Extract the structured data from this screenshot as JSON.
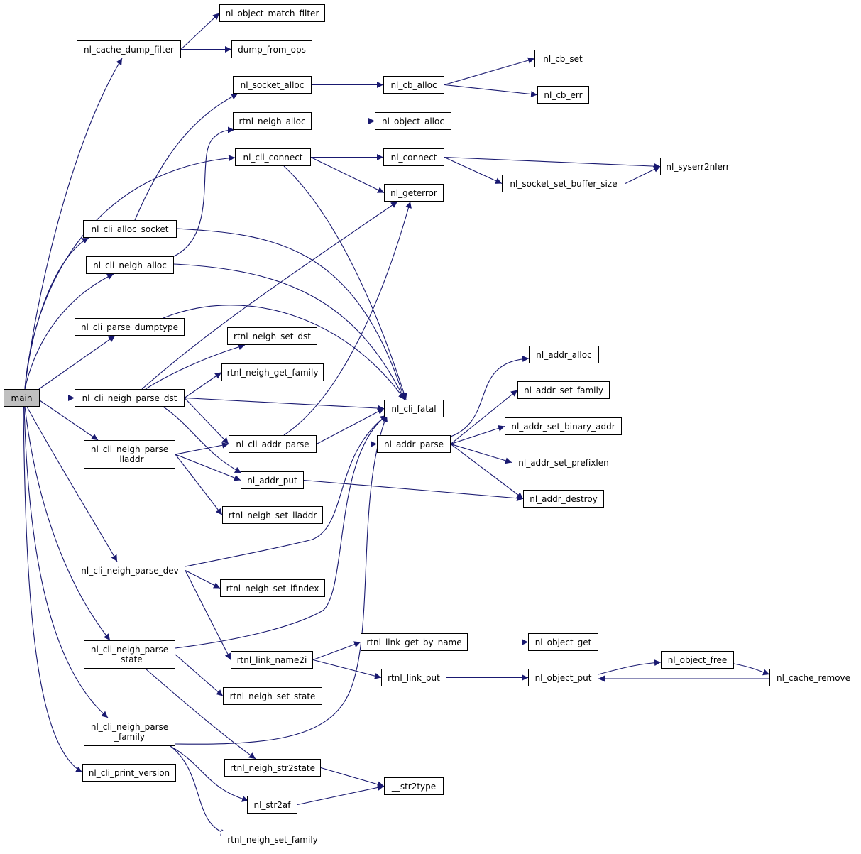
{
  "nodes": [
    {
      "id": "main",
      "label": "main",
      "root": true
    },
    {
      "id": "nl_cache_dump_filter",
      "label": "nl_cache_dump_filter"
    },
    {
      "id": "nl_object_match_filter",
      "label": "nl_object_match_filter"
    },
    {
      "id": "dump_from_ops",
      "label": "dump_from_ops"
    },
    {
      "id": "nl_socket_alloc",
      "label": "nl_socket_alloc"
    },
    {
      "id": "nl_cb_alloc",
      "label": "nl_cb_alloc"
    },
    {
      "id": "nl_cb_set",
      "label": "nl_cb_set"
    },
    {
      "id": "nl_cb_err",
      "label": "nl_cb_err"
    },
    {
      "id": "rtnl_neigh_alloc",
      "label": "rtnl_neigh_alloc"
    },
    {
      "id": "nl_object_alloc",
      "label": "nl_object_alloc"
    },
    {
      "id": "nl_cli_connect",
      "label": "nl_cli_connect"
    },
    {
      "id": "nl_connect",
      "label": "nl_connect"
    },
    {
      "id": "nl_syserr2nlerr",
      "label": "nl_syserr2nlerr"
    },
    {
      "id": "nl_socket_set_buffer_size",
      "label": "nl_socket_set_buffer_size"
    },
    {
      "id": "nl_geterror",
      "label": "nl_geterror"
    },
    {
      "id": "nl_cli_alloc_socket",
      "label": "nl_cli_alloc_socket"
    },
    {
      "id": "nl_cli_neigh_alloc",
      "label": "nl_cli_neigh_alloc"
    },
    {
      "id": "nl_cli_parse_dumptype",
      "label": "nl_cli_parse_dumptype"
    },
    {
      "id": "rtnl_neigh_set_dst",
      "label": "rtnl_neigh_set_dst"
    },
    {
      "id": "rtnl_neigh_get_family",
      "label": "rtnl_neigh_get_family"
    },
    {
      "id": "nl_cli_neigh_parse_dst",
      "label": "nl_cli_neigh_parse_dst"
    },
    {
      "id": "nl_cli_fatal",
      "label": "nl_cli_fatal"
    },
    {
      "id": "nl_addr_alloc",
      "label": "nl_addr_alloc"
    },
    {
      "id": "nl_addr_set_family",
      "label": "nl_addr_set_family"
    },
    {
      "id": "nl_addr_set_binary_addr",
      "label": "nl_addr_set_binary_addr"
    },
    {
      "id": "nl_cli_neigh_parse_lladdr",
      "label": "nl_cli_neigh_parse\n_lladdr"
    },
    {
      "id": "nl_cli_addr_parse",
      "label": "nl_cli_addr_parse"
    },
    {
      "id": "nl_addr_parse",
      "label": "nl_addr_parse"
    },
    {
      "id": "nl_addr_set_prefixlen",
      "label": "nl_addr_set_prefixlen"
    },
    {
      "id": "nl_addr_put",
      "label": "nl_addr_put"
    },
    {
      "id": "nl_addr_destroy",
      "label": "nl_addr_destroy"
    },
    {
      "id": "rtnl_neigh_set_lladdr",
      "label": "rtnl_neigh_set_lladdr"
    },
    {
      "id": "nl_cli_neigh_parse_dev",
      "label": "nl_cli_neigh_parse_dev"
    },
    {
      "id": "rtnl_neigh_set_ifindex",
      "label": "rtnl_neigh_set_ifindex"
    },
    {
      "id": "nl_cli_neigh_parse_state",
      "label": "nl_cli_neigh_parse\n_state"
    },
    {
      "id": "rtnl_link_name2i",
      "label": "rtnl_link_name2i"
    },
    {
      "id": "rtnl_link_get_by_name",
      "label": "rtnl_link_get_by_name"
    },
    {
      "id": "nl_object_get",
      "label": "nl_object_get"
    },
    {
      "id": "rtnl_link_put",
      "label": "rtnl_link_put"
    },
    {
      "id": "nl_object_put",
      "label": "nl_object_put"
    },
    {
      "id": "nl_object_free",
      "label": "nl_object_free"
    },
    {
      "id": "nl_cache_remove",
      "label": "nl_cache_remove"
    },
    {
      "id": "rtnl_neigh_set_state",
      "label": "rtnl_neigh_set_state"
    },
    {
      "id": "nl_cli_neigh_parse_family",
      "label": "nl_cli_neigh_parse\n_family"
    },
    {
      "id": "rtnl_neigh_str2state",
      "label": "rtnl_neigh_str2state"
    },
    {
      "id": "__str2type",
      "label": "__str2type"
    },
    {
      "id": "nl_str2af",
      "label": "nl_str2af"
    },
    {
      "id": "nl_cli_print_version",
      "label": "nl_cli_print_version"
    },
    {
      "id": "rtnl_neigh_set_family",
      "label": "rtnl_neigh_set_family"
    }
  ],
  "edges": [
    [
      "main",
      "nl_cache_dump_filter"
    ],
    [
      "main",
      "nl_cli_connect"
    ],
    [
      "main",
      "nl_cli_alloc_socket"
    ],
    [
      "main",
      "nl_cli_neigh_alloc"
    ],
    [
      "main",
      "nl_cli_parse_dumptype"
    ],
    [
      "main",
      "nl_cli_neigh_parse_dst"
    ],
    [
      "main",
      "nl_cli_neigh_parse_lladdr"
    ],
    [
      "main",
      "nl_cli_neigh_parse_dev"
    ],
    [
      "main",
      "nl_cli_neigh_parse_state"
    ],
    [
      "main",
      "nl_cli_neigh_parse_family"
    ],
    [
      "main",
      "nl_cli_print_version"
    ],
    [
      "nl_cache_dump_filter",
      "nl_object_match_filter"
    ],
    [
      "nl_cache_dump_filter",
      "dump_from_ops"
    ],
    [
      "nl_socket_alloc",
      "nl_cb_alloc"
    ],
    [
      "nl_cb_alloc",
      "nl_cb_set"
    ],
    [
      "nl_cb_alloc",
      "nl_cb_err"
    ],
    [
      "rtnl_neigh_alloc",
      "nl_object_alloc"
    ],
    [
      "nl_cli_connect",
      "nl_connect"
    ],
    [
      "nl_cli_connect",
      "nl_geterror"
    ],
    [
      "nl_cli_connect",
      "nl_cli_fatal"
    ],
    [
      "nl_connect",
      "nl_syserr2nlerr"
    ],
    [
      "nl_connect",
      "nl_socket_set_buffer_size"
    ],
    [
      "nl_socket_set_buffer_size",
      "nl_syserr2nlerr"
    ],
    [
      "nl_cli_alloc_socket",
      "nl_socket_alloc"
    ],
    [
      "nl_cli_alloc_socket",
      "nl_cli_fatal"
    ],
    [
      "nl_cli_neigh_alloc",
      "rtnl_neigh_alloc"
    ],
    [
      "nl_cli_neigh_alloc",
      "nl_cli_fatal"
    ],
    [
      "nl_cli_parse_dumptype",
      "nl_cli_fatal"
    ],
    [
      "nl_cli_neigh_parse_dst",
      "nl_geterror"
    ],
    [
      "nl_cli_neigh_parse_dst",
      "rtnl_neigh_set_dst"
    ],
    [
      "nl_cli_neigh_parse_dst",
      "rtnl_neigh_get_family"
    ],
    [
      "nl_cli_neigh_parse_dst",
      "nl_cli_fatal"
    ],
    [
      "nl_cli_neigh_parse_dst",
      "nl_cli_addr_parse"
    ],
    [
      "nl_cli_neigh_parse_dst",
      "nl_addr_put"
    ],
    [
      "nl_cli_addr_parse",
      "nl_geterror"
    ],
    [
      "nl_cli_addr_parse",
      "nl_cli_fatal"
    ],
    [
      "nl_cli_addr_parse",
      "nl_addr_parse"
    ],
    [
      "nl_addr_parse",
      "nl_addr_alloc"
    ],
    [
      "nl_addr_parse",
      "nl_addr_set_family"
    ],
    [
      "nl_addr_parse",
      "nl_addr_set_binary_addr"
    ],
    [
      "nl_addr_parse",
      "nl_addr_set_prefixlen"
    ],
    [
      "nl_addr_parse",
      "nl_addr_destroy"
    ],
    [
      "nl_addr_put",
      "nl_addr_destroy"
    ],
    [
      "nl_cli_neigh_parse_lladdr",
      "nl_cli_addr_parse"
    ],
    [
      "nl_cli_neigh_parse_lladdr",
      "nl_addr_put"
    ],
    [
      "nl_cli_neigh_parse_lladdr",
      "rtnl_neigh_set_lladdr"
    ],
    [
      "nl_cli_neigh_parse_dev",
      "nl_cli_fatal"
    ],
    [
      "nl_cli_neigh_parse_dev",
      "rtnl_neigh_set_ifindex"
    ],
    [
      "nl_cli_neigh_parse_dev",
      "rtnl_link_name2i"
    ],
    [
      "rtnl_link_name2i",
      "rtnl_link_get_by_name"
    ],
    [
      "rtnl_link_name2i",
      "rtnl_link_put"
    ],
    [
      "rtnl_link_get_by_name",
      "nl_object_get"
    ],
    [
      "rtnl_link_put",
      "nl_object_put"
    ],
    [
      "nl_object_put",
      "nl_object_free"
    ],
    [
      "nl_object_free",
      "nl_cache_remove"
    ],
    [
      "nl_cache_remove",
      "nl_object_put"
    ],
    [
      "nl_cli_neigh_parse_state",
      "nl_cli_fatal"
    ],
    [
      "nl_cli_neigh_parse_state",
      "rtnl_neigh_set_state"
    ],
    [
      "nl_cli_neigh_parse_state",
      "rtnl_neigh_str2state"
    ],
    [
      "rtnl_neigh_str2state",
      "__str2type"
    ],
    [
      "nl_cli_neigh_parse_family",
      "nl_cli_fatal"
    ],
    [
      "nl_cli_neigh_parse_family",
      "nl_str2af"
    ],
    [
      "nl_cli_neigh_parse_family",
      "rtnl_neigh_set_family"
    ],
    [
      "nl_str2af",
      "__str2type"
    ]
  ],
  "colors": {
    "edge": "#191970",
    "node_border": "#000000",
    "node_fill": "#ffffff",
    "root_fill": "#bfbfbf"
  }
}
